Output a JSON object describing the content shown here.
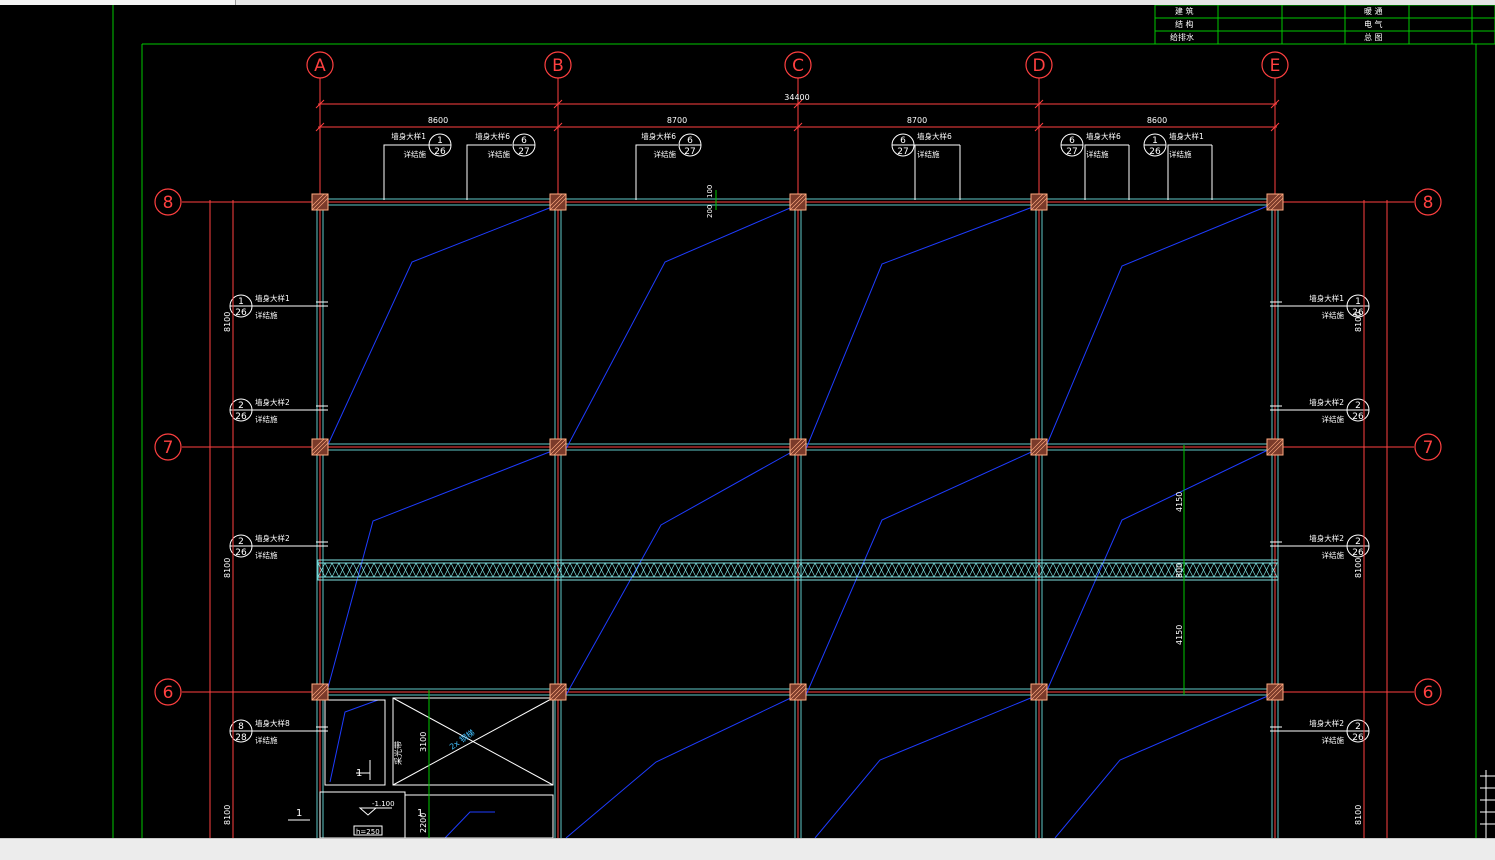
{
  "title_block": {
    "rows": [
      [
        "建 筑",
        "",
        "",
        "暖 通",
        "",
        ""
      ],
      [
        "结 构",
        "",
        "",
        "电 气",
        "",
        ""
      ],
      [
        "给排水",
        "",
        "",
        "总 图",
        "",
        ""
      ]
    ]
  },
  "axes": {
    "columns": [
      "A",
      "B",
      "C",
      "D",
      "E"
    ],
    "rows": [
      "8",
      "7",
      "6"
    ]
  },
  "dimensions": {
    "total": "34400",
    "spans": [
      "8600",
      "8700",
      "8700",
      "8600"
    ],
    "beam_offset_a": "100",
    "beam_offset_b": "200",
    "left_bays": [
      "8100",
      "8100",
      "8100"
    ],
    "right_bays": [
      "8100",
      "8100",
      "8100"
    ],
    "walkway_upper": "4150",
    "walkway_mid": "800",
    "walkway_lower": "4150",
    "stair_height": "3100",
    "stair_lower": "2200"
  },
  "details_top": [
    {
      "label": "墙身大样1",
      "num": "1",
      "sheet": "26",
      "ref": "详结施"
    },
    {
      "label": "墙身大样6",
      "num": "6",
      "sheet": "27",
      "ref": "详结施"
    },
    {
      "label": "墙身大样6",
      "num": "6",
      "sheet": "27",
      "ref": "详结施"
    },
    {
      "label": "墙身大样6",
      "num": "6",
      "sheet": "27",
      "ref": "详结施"
    },
    {
      "label": "墙身大样6",
      "num": "6",
      "sheet": "27",
      "ref": "详结施"
    },
    {
      "label": "墙身大样1",
      "num": "1",
      "sheet": "26",
      "ref": "详结施"
    }
  ],
  "details_left": [
    {
      "label": "墙身大样1",
      "num": "1",
      "sheet": "26",
      "ref": "详结施"
    },
    {
      "label": "墙身大样2",
      "num": "2",
      "sheet": "26",
      "ref": "详结施"
    },
    {
      "label": "墙身大样2",
      "num": "2",
      "sheet": "26",
      "ref": "详结施"
    },
    {
      "label": "墙身大样8",
      "num": "8",
      "sheet": "28",
      "ref": "详结施"
    }
  ],
  "details_right": [
    {
      "label": "墙身大样1",
      "num": "1",
      "sheet": "26",
      "ref": "详结施"
    },
    {
      "label": "墙身大样2",
      "num": "2",
      "sheet": "26",
      "ref": "详结施"
    },
    {
      "label": "墙身大样2",
      "num": "2",
      "sheet": "26",
      "ref": "详结施"
    },
    {
      "label": "墙身大样2",
      "num": "2",
      "sheet": "26",
      "ref": "详结施"
    }
  ],
  "annotations": {
    "stair_note": "2x 钢梯",
    "stair_label": "采光带",
    "pit_label": "h=250",
    "level_mark": "-1.100",
    "section_mark": "1"
  },
  "colors": {
    "background": "#000000",
    "frame": "#00c800",
    "axis": "#ff4040",
    "beam": "#60c8c8",
    "brace": "#1e3cff",
    "text": "#ffffff",
    "column_fill": "#7a3a2a",
    "status": "#ececec"
  }
}
